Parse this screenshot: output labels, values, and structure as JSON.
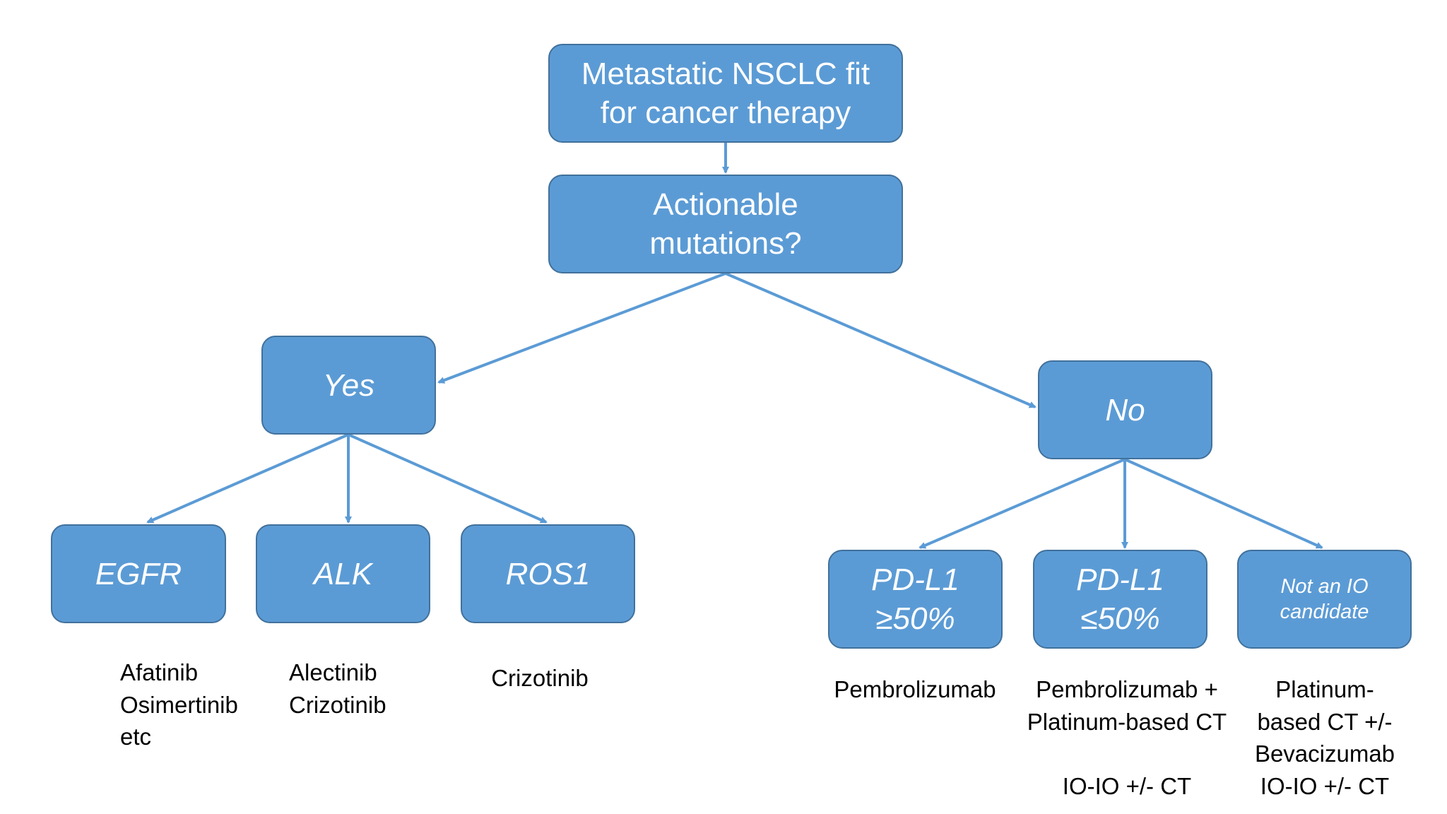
{
  "nodes": {
    "root": "Metastatic NSCLC fit\nfor cancer therapy",
    "question": "Actionable\nmutations?",
    "yes": "Yes",
    "no": "No",
    "egfr": "EGFR",
    "alk": "ALK",
    "ros1": "ROS1",
    "pdl1_high": "PD-L1\n≥50%",
    "pdl1_low": "PD-L1\n≤50%",
    "not_io": "Not an IO\ncandidate"
  },
  "treatments": {
    "egfr": "Afatinib\nOsimertinib\netc",
    "alk": "Alectinib\nCrizotinib",
    "ros1": "Crizotinib",
    "pdl1_high": "Pembrolizumab",
    "pdl1_low": "Pembrolizumab +\nPlatinum-based CT\n\nIO-IO +/- CT",
    "not_io": "Platinum-\nbased CT +/-\nBevacizumab\nIO-IO +/- CT"
  },
  "colors": {
    "box_fill": "#5b9bd5",
    "box_border": "#41719c",
    "box_text": "#ffffff",
    "arrow": "#5b9bd5",
    "note_text": "#000000"
  }
}
